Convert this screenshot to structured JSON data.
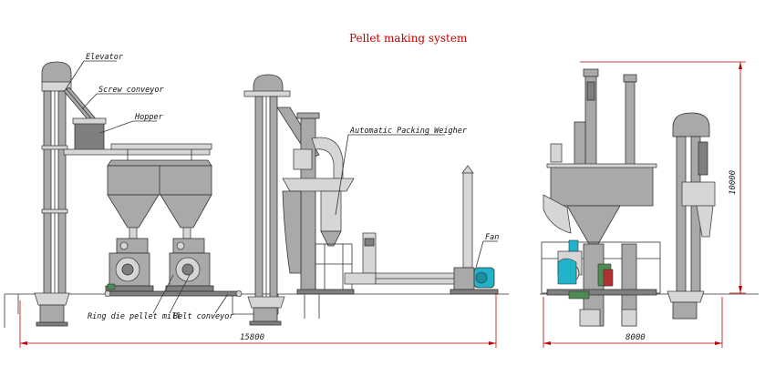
{
  "title": "Pellet making system",
  "labels": {
    "elevator": "Elevator",
    "screw_conveyor": "Screw conveyor",
    "hopper": "Hopper",
    "automatic_packing_weigher": "Automatic Packing Weigher",
    "fan": "Fan",
    "ring_die_pellet_mill": "Ring die pellet mill",
    "belt_conveyor": "Belt conveyor"
  },
  "dimensions": {
    "total_length": "15800",
    "side_width": "8000",
    "height": "10000"
  },
  "colors": {
    "title": "#c00000",
    "dimension_lines": "#c00000",
    "machine_body": "#a9a9a9",
    "motor_cyan": "#21b3c9",
    "motor_green": "#4f8a55",
    "motor_red": "#b23030"
  }
}
